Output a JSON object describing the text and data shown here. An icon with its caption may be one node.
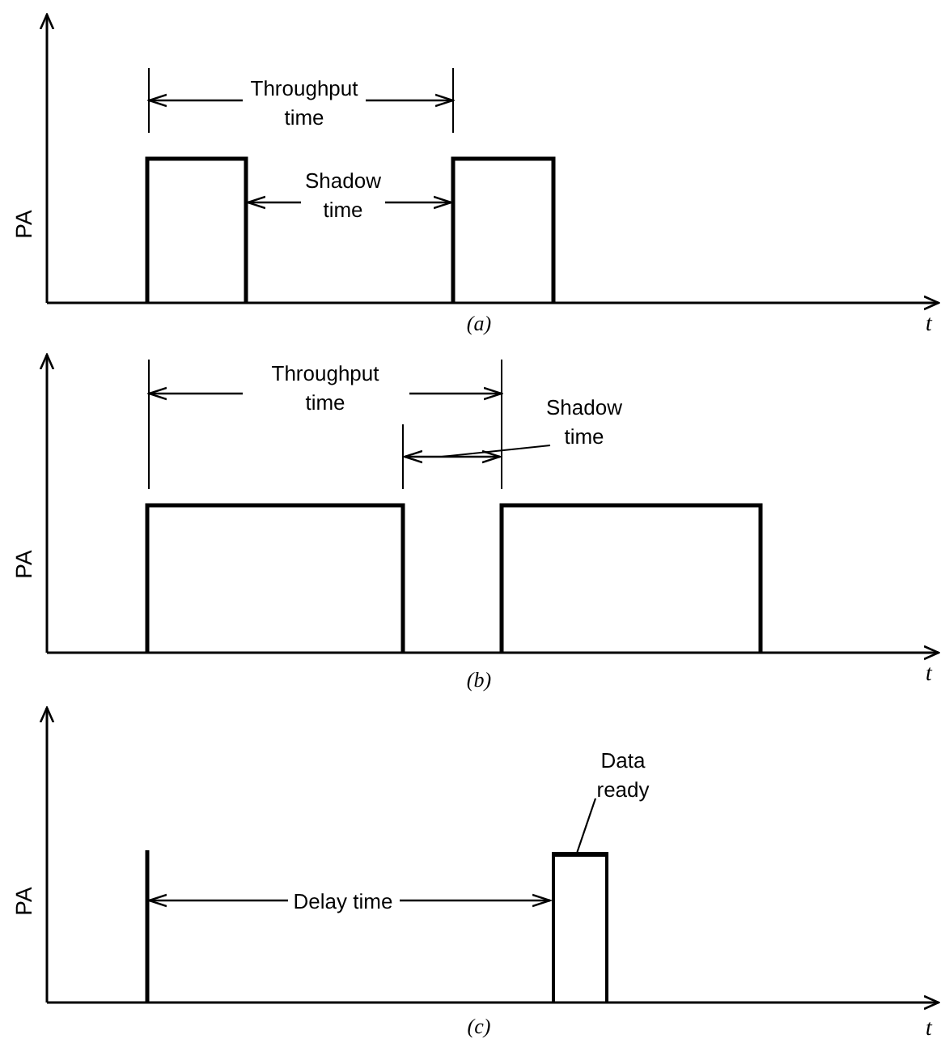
{
  "diagram": {
    "nodes": [
      {
        "text": [
          "Shadow time"
        ]
      },
      {
        "text": [
          "Data ready"
        ]
      },
      {
        "text": [],
        "shape": "bar"
      }
    ],
    "edges": [
      {
        "from": 0,
        "to": null,
        "arrow": "none"
      },
      {
        "from": 1,
        "to": 2,
        "arrow": "none"
      }
    ],
    "labels": [
      "Throughput time",
      "PA",
      "Shadow time",
      "(a)",
      "t",
      "Throughput time",
      "PA",
      "(b)",
      "t",
      "PA",
      "Delay time",
      "(c)",
      "t"
    ]
  }
}
